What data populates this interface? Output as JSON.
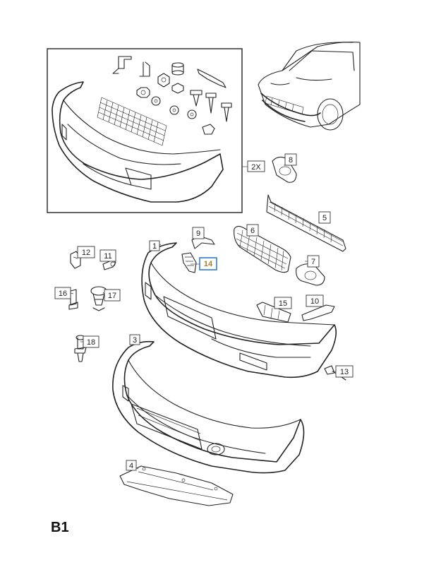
{
  "page_label": "B1",
  "inset_multiplier": "2X",
  "callouts": [
    {
      "id": "1",
      "text": "1",
      "highlight": false
    },
    {
      "id": "2",
      "text": "2X",
      "highlight": false
    },
    {
      "id": "3",
      "text": "3",
      "highlight": false
    },
    {
      "id": "4",
      "text": "4",
      "highlight": false
    },
    {
      "id": "5",
      "text": "5",
      "highlight": false
    },
    {
      "id": "6",
      "text": "6",
      "highlight": false
    },
    {
      "id": "7",
      "text": "7",
      "highlight": false
    },
    {
      "id": "8",
      "text": "8",
      "highlight": false
    },
    {
      "id": "9",
      "text": "9",
      "highlight": false
    },
    {
      "id": "10",
      "text": "10",
      "highlight": false
    },
    {
      "id": "11",
      "text": "11",
      "highlight": false
    },
    {
      "id": "12",
      "text": "12",
      "highlight": false
    },
    {
      "id": "13",
      "text": "13",
      "highlight": false
    },
    {
      "id": "14",
      "text": "14",
      "highlight": true
    },
    {
      "id": "15",
      "text": "15",
      "highlight": false
    },
    {
      "id": "16",
      "text": "16",
      "highlight": false
    },
    {
      "id": "17",
      "text": "17",
      "highlight": false
    },
    {
      "id": "18",
      "text": "18",
      "highlight": false
    }
  ],
  "highlight_color": "#2f7fd1"
}
